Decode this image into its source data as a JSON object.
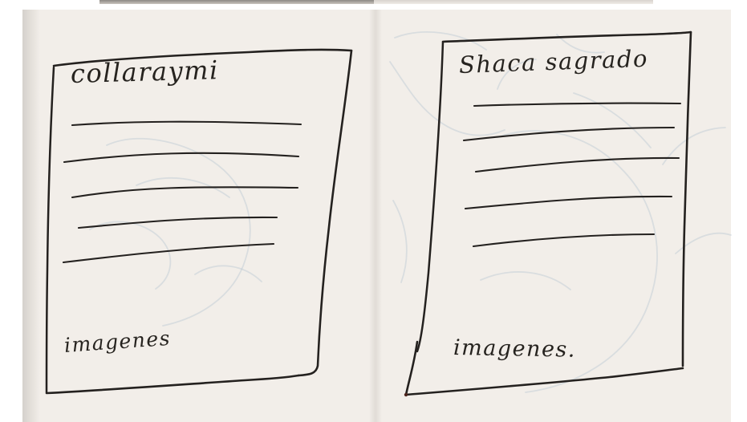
{
  "sketch": {
    "left_card": {
      "title": "collaraymi",
      "footer": "imagenes"
    },
    "right_card": {
      "title": "Shaca sagrado",
      "footer": "imagenes."
    }
  },
  "colors": {
    "paper": "#f2eee9",
    "ink": "#24211f",
    "show_through": "#b7c5d2"
  }
}
